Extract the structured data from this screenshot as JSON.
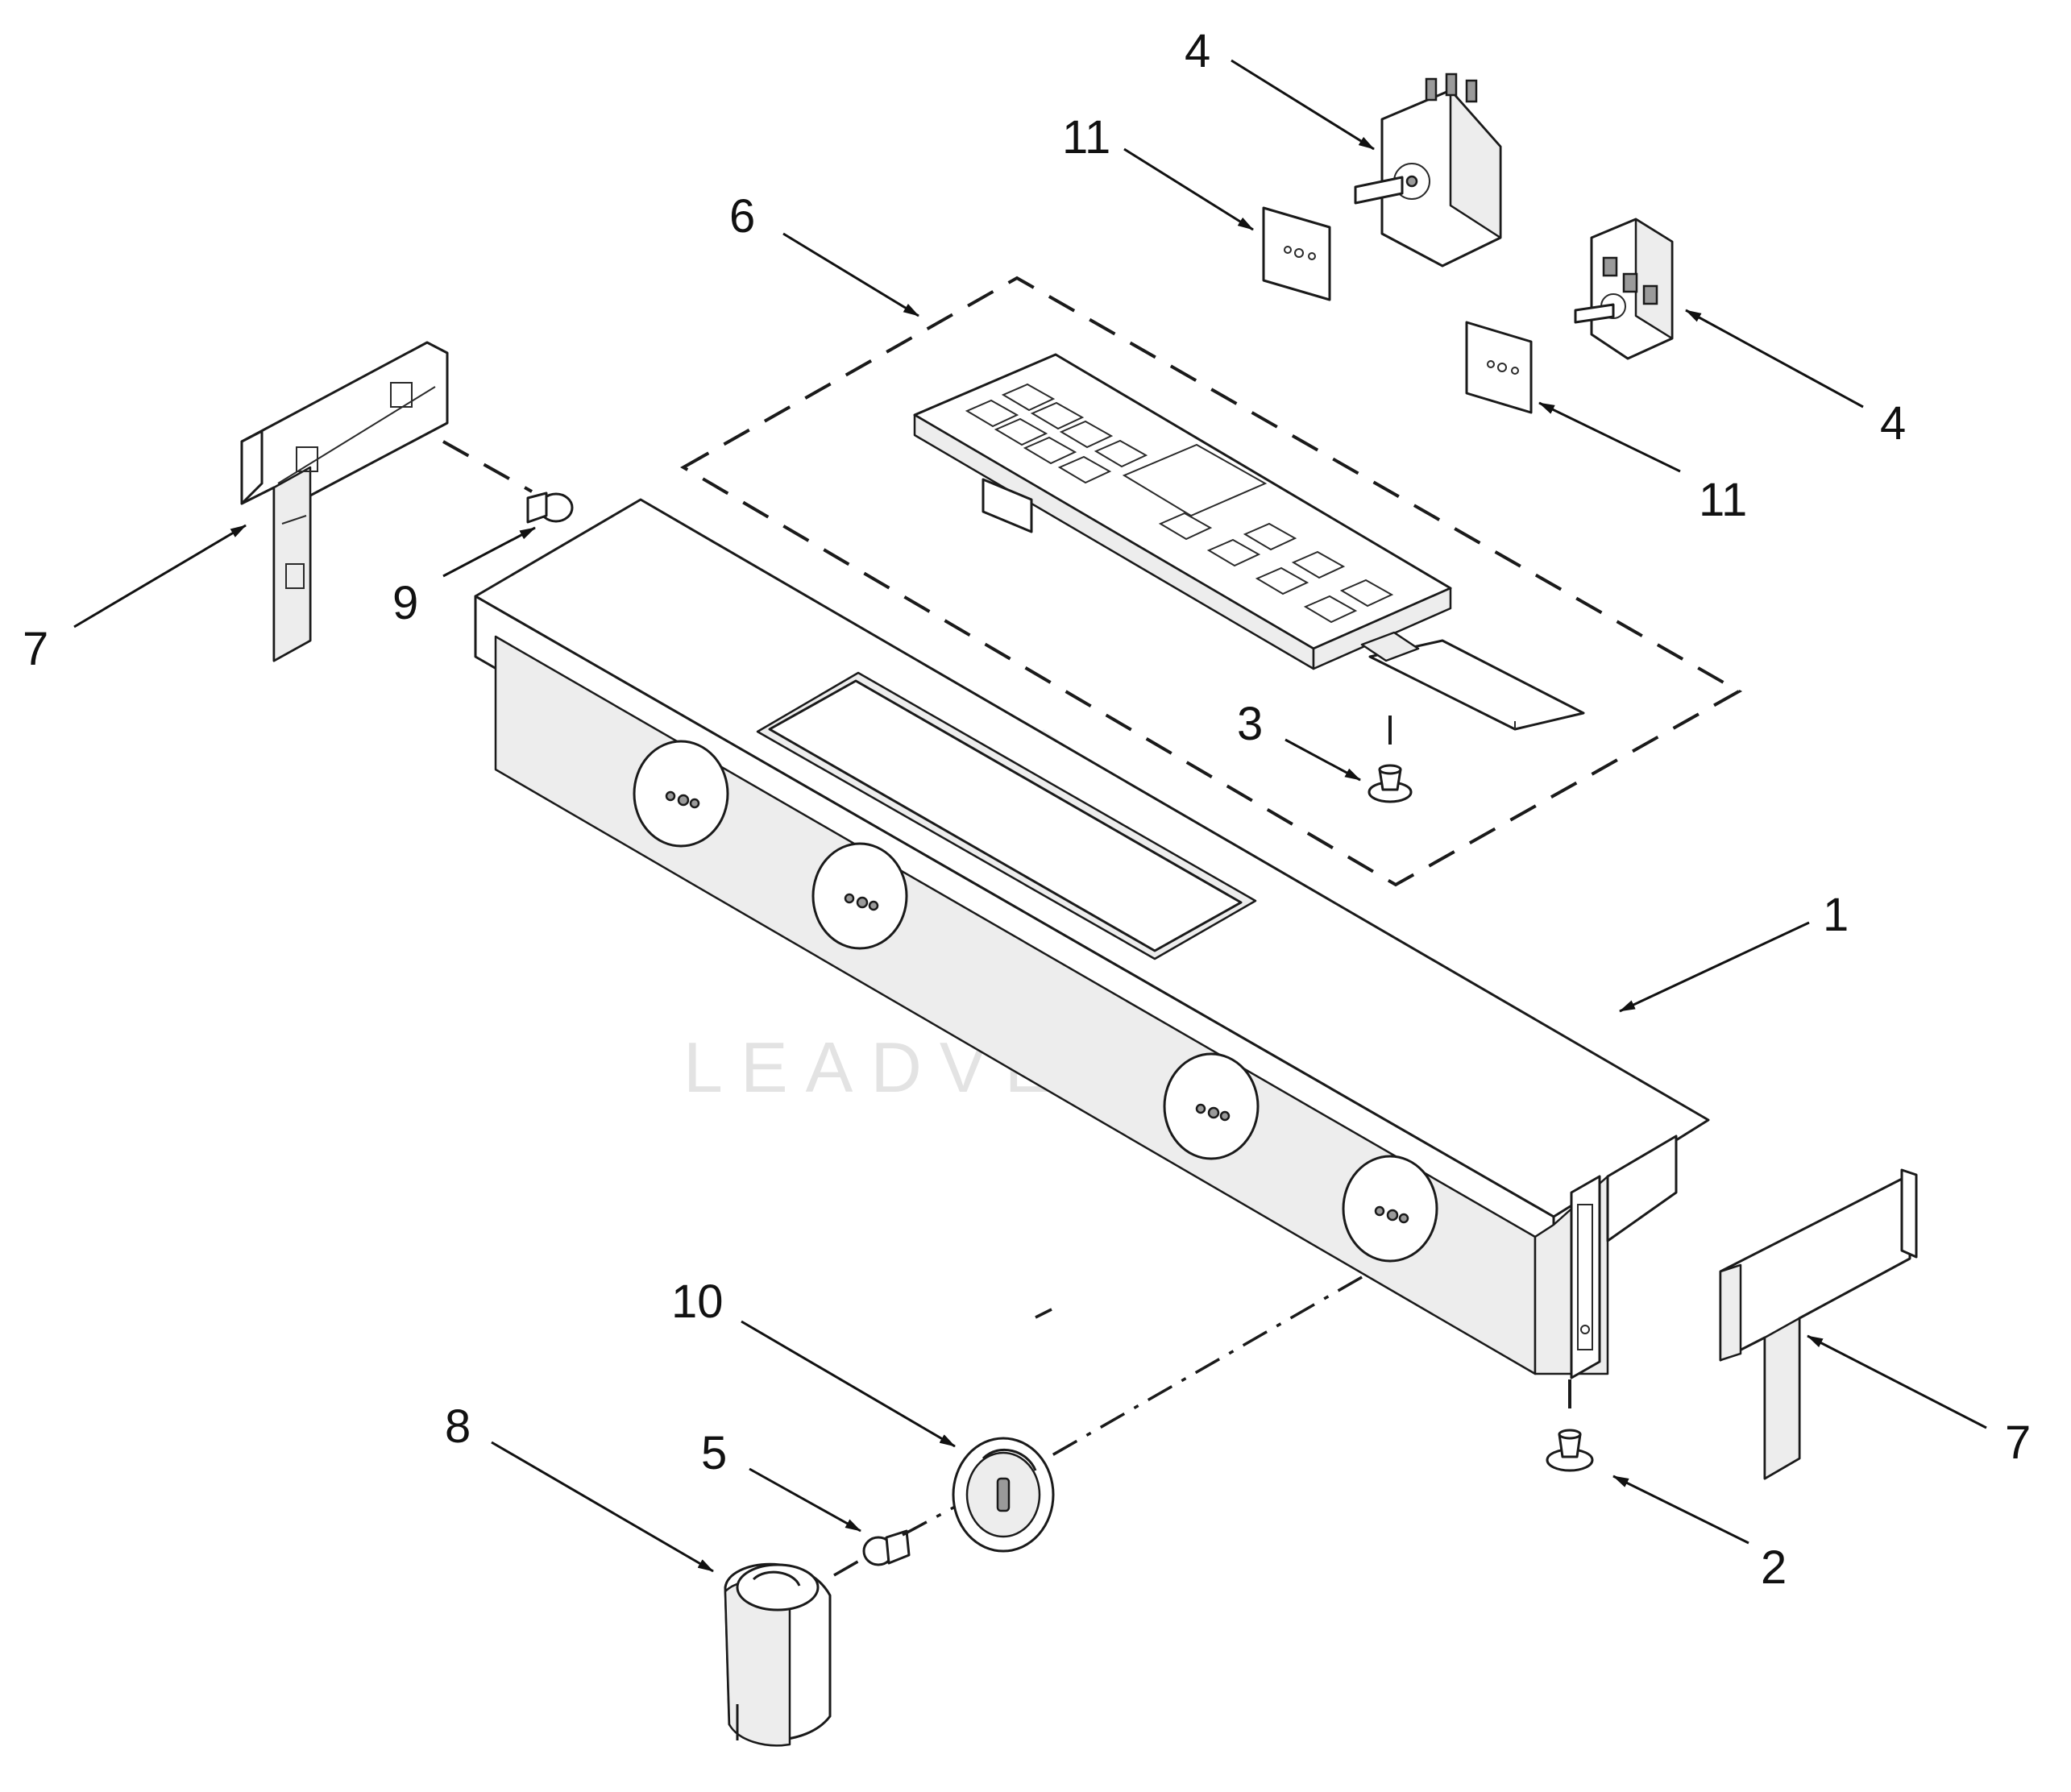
{
  "watermark": {
    "text": "LEADVENTURE"
  },
  "callouts": {
    "c1": "1",
    "c2": "2",
    "c3": "3",
    "c4a": "4",
    "c4b": "4",
    "c5": "5",
    "c6": "6",
    "c7a": "7",
    "c7b": "7",
    "c8": "8",
    "c9": "9",
    "c10": "10",
    "c11a": "11",
    "c11b": "11"
  }
}
